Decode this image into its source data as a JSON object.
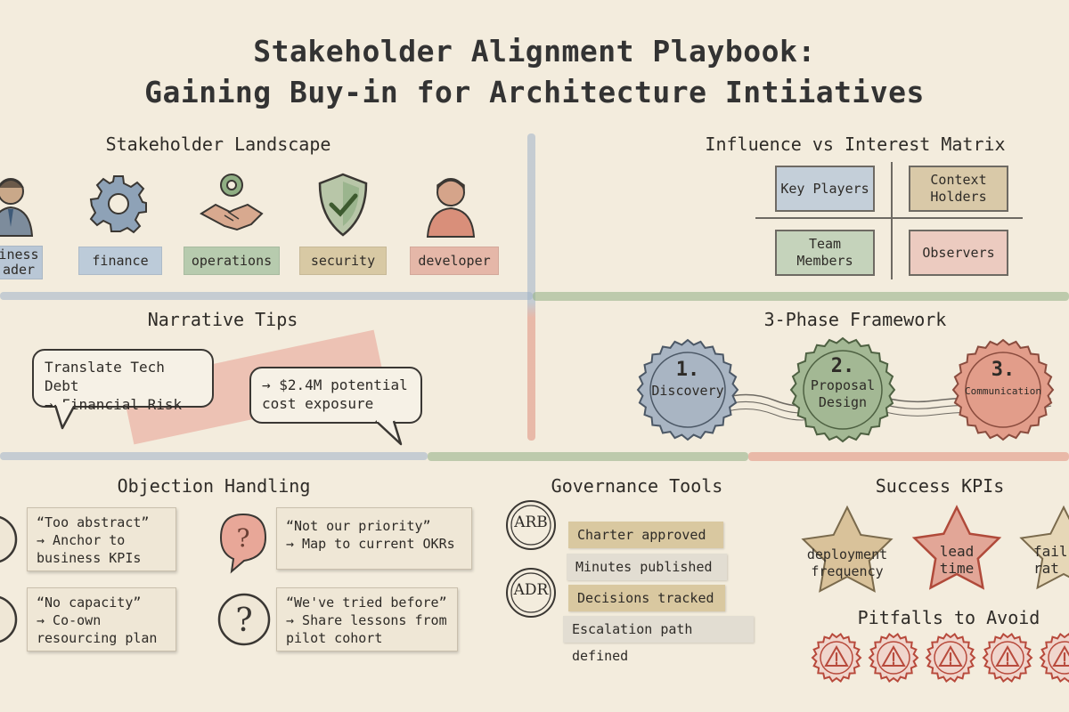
{
  "title": {
    "line1": "Stakeholder Alignment Playbook:",
    "line2": "Gaining Buy-in for Architecture Intiiatives"
  },
  "sections": {
    "landscape": "Stakeholder Landscape",
    "matrix": "Influence vs Interest Matrix",
    "narrative": "Narrative Tips",
    "framework": "3-Phase Framework",
    "objection": "Objection Handling",
    "governance": "Governance Tools",
    "kpis": "Success KPIs",
    "pitfalls": "Pitfalls to Avoid"
  },
  "stakeholders": [
    {
      "label": "iness\nader",
      "icon": "business-leader-icon",
      "color": "#b9c7d6"
    },
    {
      "label": "finance",
      "icon": "gear-icon",
      "color": "#bccbd9"
    },
    {
      "label": "operations",
      "icon": "handshake-icon",
      "color": "#b7cbae"
    },
    {
      "label": "security",
      "icon": "shield-check-icon",
      "color": "#d8c9a4"
    },
    {
      "label": "developer",
      "icon": "person-icon",
      "color": "#e5b7a8"
    }
  ],
  "matrix": {
    "cells": [
      "Key Players",
      "Context\nHolders",
      "Team\nMembers",
      "Observers"
    ],
    "colors": [
      "#c4cfd9",
      "#d9c9a8",
      "#c5d3bb",
      "#eccbc0"
    ]
  },
  "narrative": {
    "bubble1": "Translate Tech Debt\n→ Financial Risk",
    "bubble2": "→ $2.4M potential\ncost exposure"
  },
  "framework": {
    "phases": [
      {
        "num": "1.",
        "label": "Discovery",
        "color": "#a9b5c3"
      },
      {
        "num": "2.",
        "label": "Proposal\nDesign",
        "color": "#a3b894"
      },
      {
        "num": "3.",
        "label": "Communication",
        "color": "#e29d8a"
      }
    ]
  },
  "objections": [
    {
      "text": "“Too abstract”\n→ Anchor to\nbusiness KPIs",
      "icon": "question-icon"
    },
    {
      "text": "“Not our priority”\n→ Map to current OKRs",
      "icon": "question-bubble-icon"
    },
    {
      "text": "“No capacity”\n→ Co-own\nresourcing plan",
      "icon": "question-icon"
    },
    {
      "text": "“We've tried before”\n→ Share lessons from\npilot cohort",
      "icon": "question-icon"
    }
  ],
  "governance": {
    "stamps": [
      "ARB",
      "ADR"
    ],
    "items": [
      "Charter approved",
      "Minutes published",
      "Decisions tracked",
      "Escalation path defined"
    ],
    "colors": [
      "#d9c8a0",
      "#e2ddd2",
      "#d9c8a0",
      "#e2ddd2"
    ]
  },
  "kpis": [
    "deployment\nfrequency",
    "lead\ntime",
    "failu\nrat"
  ],
  "kpi_colors": [
    "#d9c29a",
    "#e2a697",
    "#e6d7b7"
  ],
  "pitfall_count": 5,
  "colors": {
    "blue": "#9fb2c8",
    "green": "#8fae83",
    "red": "#e08f7c",
    "ink": "#2e2b27"
  }
}
